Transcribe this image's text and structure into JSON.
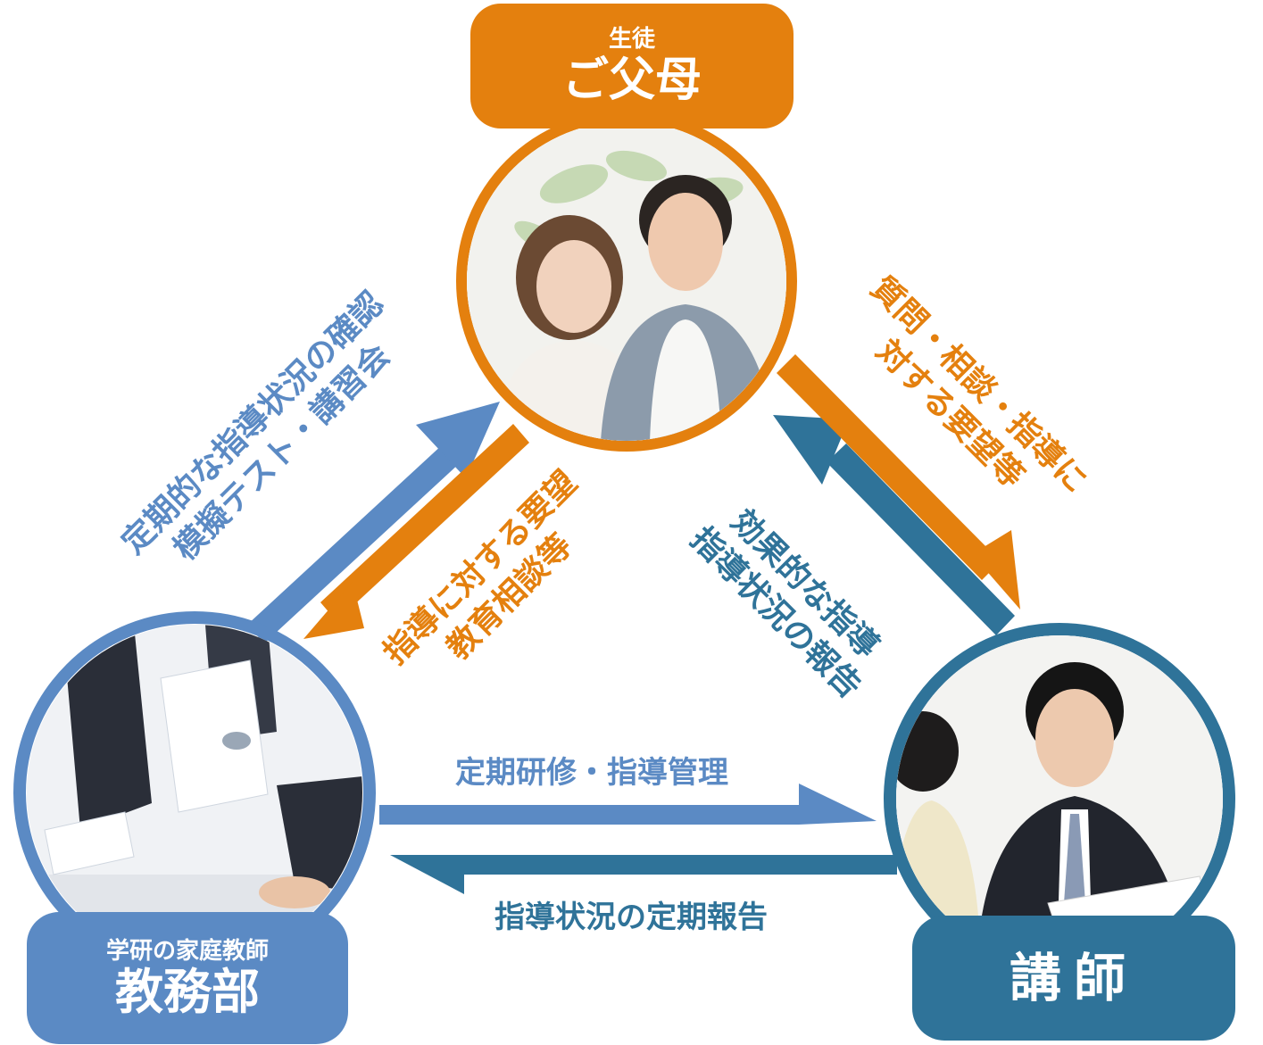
{
  "colors": {
    "orange": "#e4800e",
    "light_blue": "#5b8ac4",
    "teal_blue": "#2f7399",
    "white": "#ffffff"
  },
  "nodes": {
    "parents": {
      "sub": "生徒",
      "main": "ご父母"
    },
    "office": {
      "sub": "学研の家庭教師",
      "main": "教務部"
    },
    "teacher": {
      "main": "講師"
    }
  },
  "flows": {
    "office_to_parents": {
      "line1": "定期的な指導状況の確認",
      "line2": "模擬テスト・講習会"
    },
    "parents_to_office": {
      "line1": "指導に対する要望",
      "line2": "教育相談等"
    },
    "teacher_to_parents": {
      "line1": "効果的な指導",
      "line2": "指導状況の報告"
    },
    "parents_to_teacher": {
      "line1": "質問・相談・指導に",
      "line2": "対する要望等"
    },
    "office_to_teacher": {
      "label": "定期研修・指導管理"
    },
    "teacher_to_office": {
      "label": "指導状況の定期報告"
    }
  }
}
